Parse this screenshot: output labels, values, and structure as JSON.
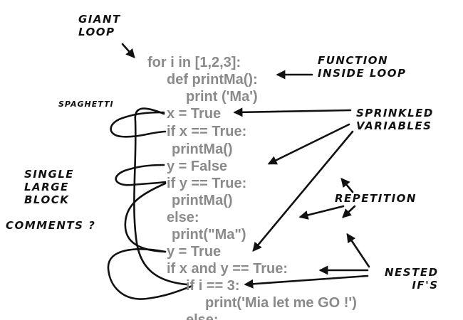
{
  "code_lines": [
    "for i in [1,2,3]:",
    "def printMa():",
    "print ('Ma')",
    "x = True",
    "if x == True:",
    "printMa()",
    "y = False",
    "if y == True:",
    "printMa()",
    "else:",
    "print(\"Ma\")",
    "y = True",
    "if x and y == True:",
    "if i == 3:",
    "print('Mia let me GO !')",
    "else:"
  ],
  "annotations": {
    "giant_loop": "GIANT\nLOOP",
    "function_inside_loop": "FUNCTION\nINSIDE LOOP",
    "spaghetti": "SPAGHETTI",
    "sprinkled_variables": "SPRINKLED\nVARIABLES",
    "single_large_block": "SINGLE\nLARGE\nBLOCK",
    "comments": "COMMENTS ?",
    "repetition": "REPETITION",
    "nested_ifs": "NESTED\nIF'S"
  },
  "colors": {
    "code_text": "#8a8a8a",
    "annotation_text": "#111111",
    "arrows": "#111111"
  }
}
